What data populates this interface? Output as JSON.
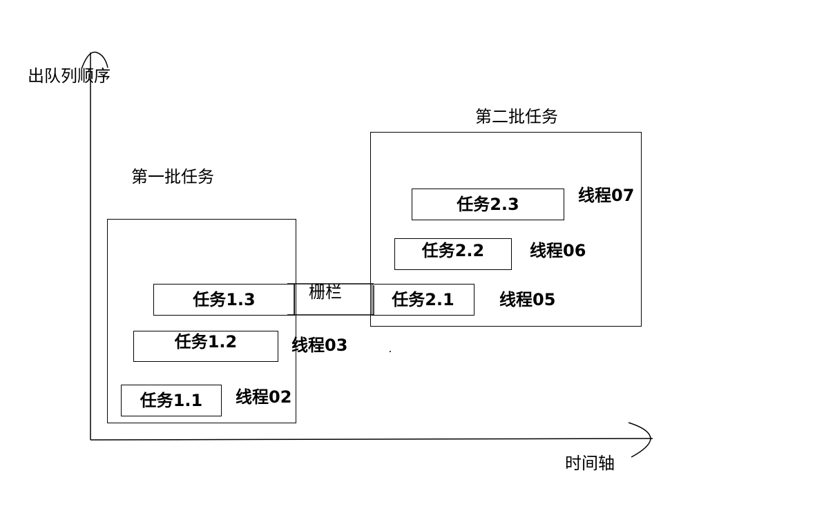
{
  "axes": {
    "y_label": "出队列顺序",
    "x_label": "时间轴"
  },
  "groups": [
    {
      "title": "第一批任务"
    },
    {
      "title": "第二批任务"
    }
  ],
  "tasks": {
    "t11": "任务1.1",
    "t12": "任务1.2",
    "t13": "任务1.3",
    "t21": "任务2.1",
    "t22": "任务2.2",
    "t23": "任务2.3"
  },
  "threads": {
    "th02": "线程02",
    "th03": "线程03",
    "th05": "线程05",
    "th06": "线程06",
    "th07": "线程07"
  },
  "barrier_label": "栅栏"
}
